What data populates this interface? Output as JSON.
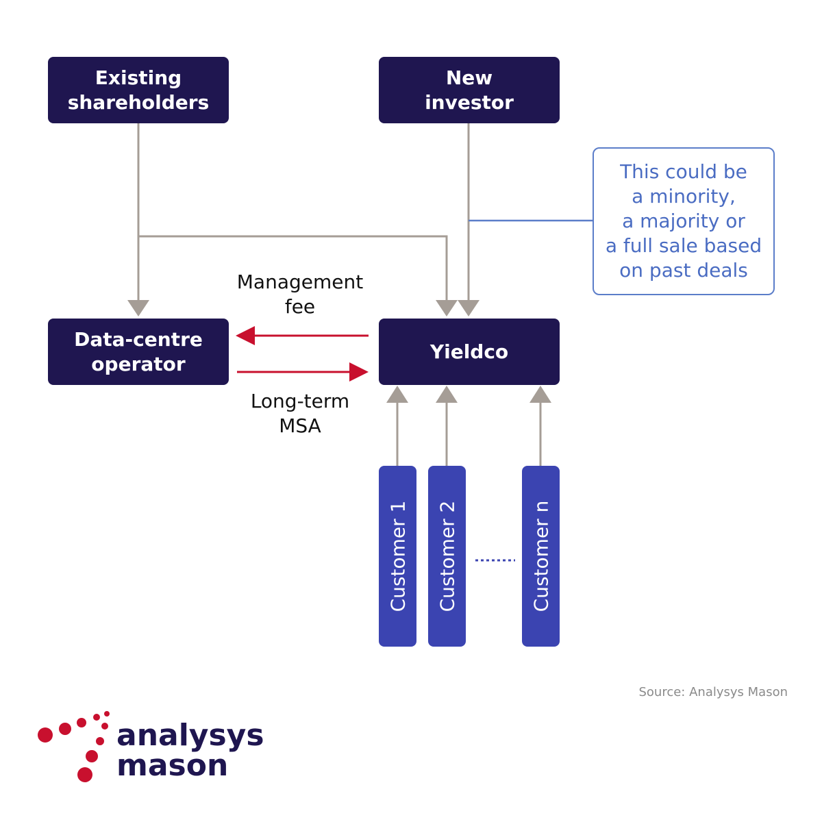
{
  "nodes": {
    "existing_shareholders": "Existing\nshareholders",
    "new_investor": "New\ninvestor",
    "data_centre_operator": "Data-centre\noperator",
    "yieldco": "Yieldco"
  },
  "customers": [
    "Customer 1",
    "Customer 2",
    "Customer n"
  ],
  "callout": "This could be\na minority,\na majority or\na full sale based\non past deals",
  "flows": {
    "management_fee": "Management\nfee",
    "long_term_msa": "Long-term\nMSA"
  },
  "source": "Source: Analysys Mason",
  "logo": {
    "line1": "analysys",
    "line2": "mason"
  },
  "colors": {
    "node_fill": "#1f1650",
    "customer_fill": "#3b44b1",
    "connector": "#a59d96",
    "flow_arrow": "#c8102e",
    "callout": "#5b7dc9"
  }
}
